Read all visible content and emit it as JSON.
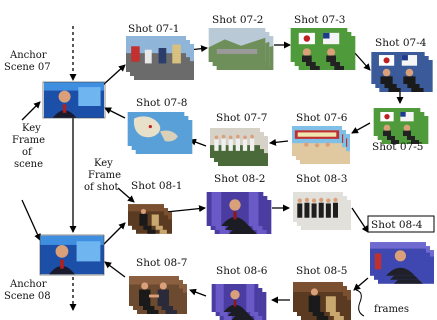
{
  "anchors": [
    {
      "line1": "Anchor",
      "line2": "Scene 07"
    },
    {
      "line1": "Anchor",
      "line2": "Scene 08"
    }
  ],
  "shots": {
    "s07_1": "Shot 07-1",
    "s07_2": "Shot 07-2",
    "s07_3": "Shot 07-3",
    "s07_4": "Shot 07-4",
    "s07_5": "Shot 07-5",
    "s07_6": "Shot 07-6",
    "s07_7": "Shot 07-7",
    "s07_8": "Shot 07-8",
    "s08_1": "Shot 08-1",
    "s08_2": "Shot 08-2",
    "s08_3": "Shot 08-3",
    "s08_4": "Shot 08-4",
    "s08_5": "Shot 08-5",
    "s08_6": "Shot 08-6",
    "s08_7": "Shot 08-7"
  },
  "notes": {
    "key_scene": [
      "Key",
      "Frame",
      "of",
      "scene"
    ],
    "key_shot": [
      "Key",
      "Frame",
      "of shot"
    ],
    "frames": "frames"
  },
  "colors": {
    "arrow": "#000000",
    "label_text": "#111111"
  }
}
